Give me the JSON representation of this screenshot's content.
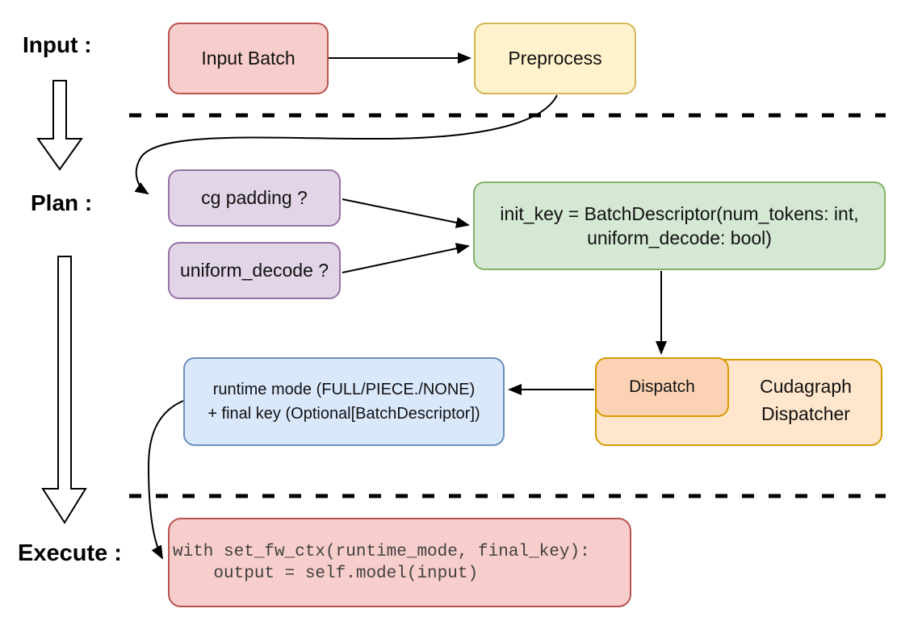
{
  "stages": {
    "input": "Input :",
    "plan": "Plan :",
    "execute": "Execute :"
  },
  "colors": {
    "red_fill": "#F8CECC",
    "red_stroke": "#B85450",
    "yellow_fill": "#FFF2CC",
    "yellow_stroke": "#D6B656",
    "purple_fill": "#E1D5E7",
    "purple_stroke": "#9673A6",
    "green_fill": "#D5E8D4",
    "green_stroke": "#82B366",
    "blue_fill": "#DAE8FC",
    "blue_stroke": "#6C8EBF",
    "orange_fill": "#FFE6CC",
    "orange_inner_fill": "#FBD2B3",
    "orange_stroke": "#D79B00",
    "line_color": "#000000",
    "code_text": "#404040"
  },
  "nodes": {
    "input_batch": {
      "label": "Input Batch"
    },
    "preprocess": {
      "label": "Preprocess"
    },
    "cg_padding": {
      "label": "cg padding ?"
    },
    "uniform_decode": {
      "label": "uniform_decode ?"
    },
    "init_key": {
      "line1": "init_key = BatchDescriptor(num_tokens: int,",
      "line2": "uniform_decode: bool)"
    },
    "runtime_mode": {
      "line1": "runtime mode (FULL/PIECE./NONE)",
      "line2": "+ final key (Optional[BatchDescriptor])"
    },
    "dispatch": {
      "label": "Dispatch"
    },
    "cudagraph_dispatcher": {
      "line1": "Cudagraph",
      "line2": "Dispatcher"
    },
    "execute_code": {
      "line1": "with set_fw_ctx(runtime_mode, final_key):",
      "line2": "    output = self.model(input)"
    }
  }
}
